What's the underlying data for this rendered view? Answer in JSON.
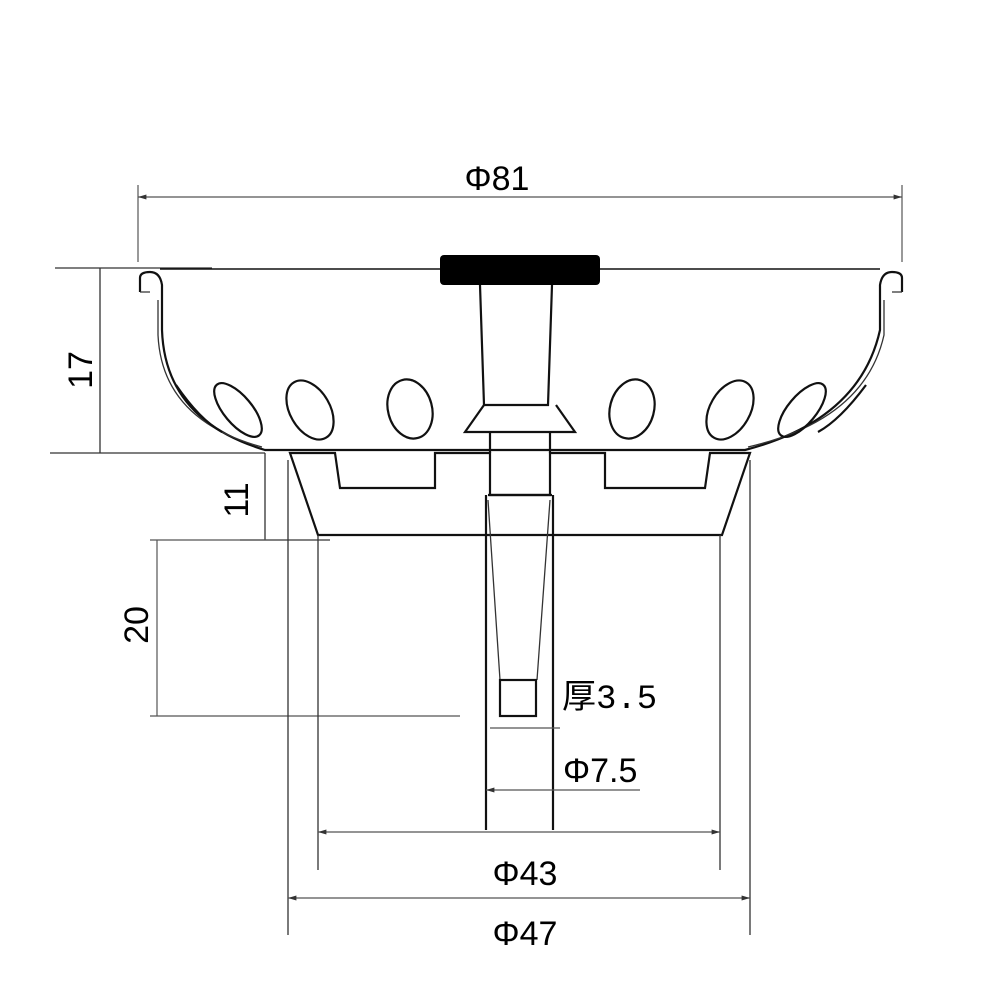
{
  "drawing": {
    "dimensions": {
      "overall_diameter": "Φ81",
      "basket_height": "17",
      "gasket_height": "11",
      "stem_length": "20",
      "pin_thickness": "厚3.5",
      "stem_diameter": "Φ7.5",
      "inner_diameter": "Φ43",
      "outer_diameter": "Φ47"
    },
    "colors": {
      "line": "#111111",
      "knob": "#000000"
    }
  }
}
